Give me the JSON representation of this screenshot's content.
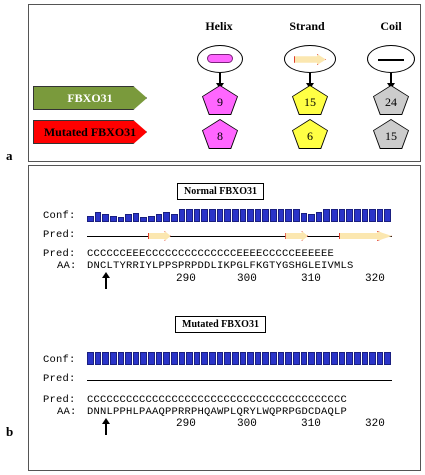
{
  "panel_a": {
    "letter": "a",
    "columns": [
      {
        "name": "Helix"
      },
      {
        "name": "Strand"
      },
      {
        "name": "Coil"
      }
    ],
    "rows": [
      {
        "label": "FBXO31",
        "color": "#7a9a3c",
        "values": [
          "9",
          "15",
          "24"
        ]
      },
      {
        "label": "Mutated FBXO31",
        "color": "#ff0000",
        "values": [
          "8",
          "6",
          "15"
        ]
      }
    ],
    "pentagon_colors": [
      "#ff66ff",
      "#ffff44",
      "#cccccc"
    ]
  },
  "panel_b": {
    "letter": "b",
    "normal": {
      "title": "Normal FBXO31",
      "conf_label": "Conf:",
      "pred_label": "Pred:",
      "pred_seq_label": "Pred:",
      "aa_label": "AA:",
      "pred_seq": "CCCCCCEEECCCCCCCCCCCCCCEEEECCCCCEEEEEE",
      "aa_seq": "DNCLTYRRIYLPPSPRPDDLIKPGLFKGTYGSHGLEIVMLS",
      "ticks": [
        "290",
        "300",
        "310",
        "320"
      ],
      "conf_levels": [
        0.5,
        0.8,
        0.6,
        0.5,
        0.4,
        0.6,
        0.7,
        0.4,
        0.5,
        0.6,
        0.8,
        0.6,
        1,
        1,
        1,
        1,
        1,
        1,
        1,
        1,
        1,
        1,
        1,
        1,
        1,
        1,
        1,
        1,
        0.7,
        0.6,
        0.8,
        1,
        1,
        1,
        1,
        1,
        1,
        1,
        1,
        1
      ],
      "strands": [
        [
          8,
          11
        ],
        [
          26,
          29
        ],
        [
          33,
          40
        ]
      ]
    },
    "mutated": {
      "title": "Mutated FBXO31",
      "conf_label": "Conf:",
      "pred_label": "Pred:",
      "pred_seq_label": "Pred:",
      "aa_label": "AA:",
      "pred_seq": "CCCCCCCCCCCCCCCCCCCCCCCCCCCCCCCCCCCCCCCC",
      "aa_seq": "DNNLPPHLPAAQPPRRPHQAWPLQRYLWQPRPGDCDAQLP",
      "ticks": [
        "290",
        "300",
        "310",
        "320"
      ],
      "conf_levels": [
        1,
        1,
        1,
        1,
        1,
        1,
        1,
        1,
        1,
        1,
        1,
        1,
        1,
        1,
        1,
        1,
        1,
        1,
        1,
        1,
        1,
        1,
        1,
        1,
        1,
        1,
        1,
        1,
        1,
        1,
        1,
        1,
        1,
        1,
        1,
        1,
        1,
        1,
        1,
        1
      ]
    }
  }
}
